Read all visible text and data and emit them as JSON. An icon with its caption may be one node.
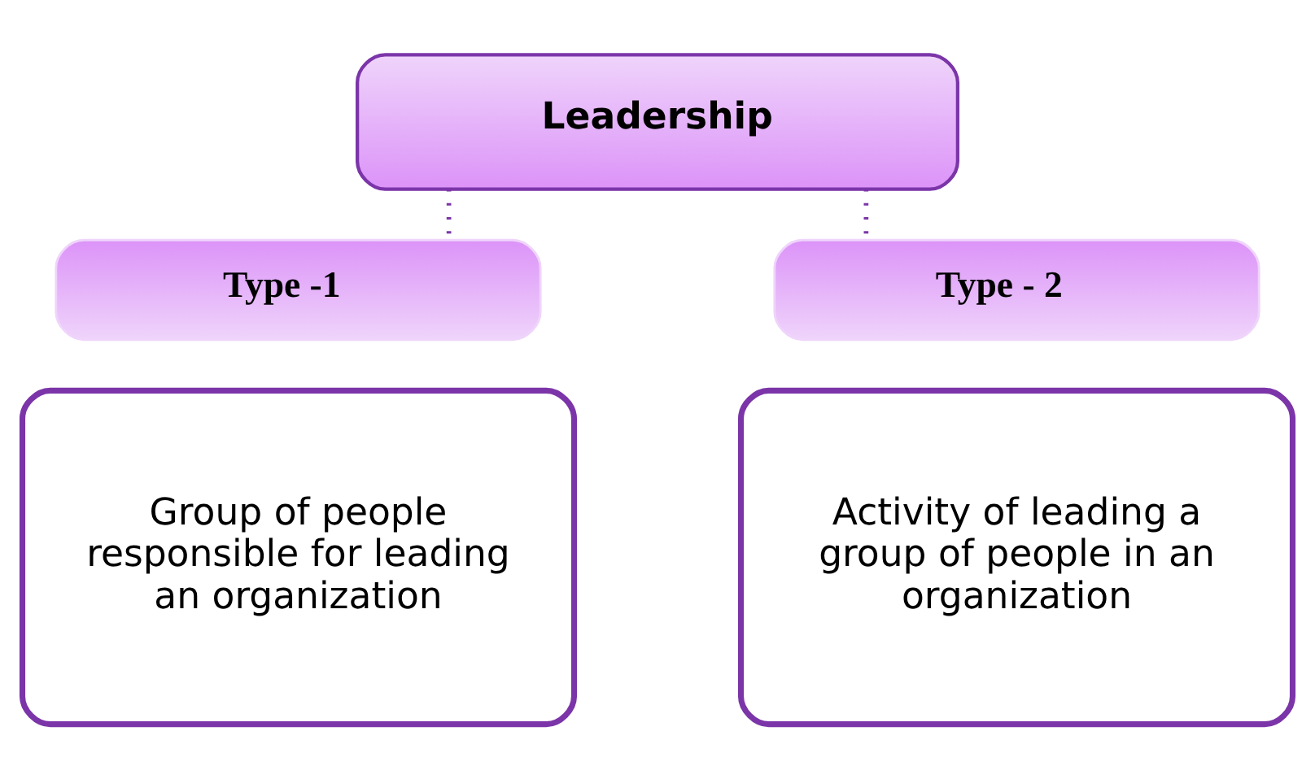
{
  "diagram": {
    "nodes": [
      {
        "text": [
          "Leadership"
        ]
      },
      {
        "text": [
          "Type -1"
        ]
      },
      {
        "text": [
          "Type - 2"
        ]
      },
      {
        "text": [
          "Group of people responsible for leading an organization"
        ]
      },
      {
        "text": [
          "Activity of leading a group of people in an organization"
        ]
      }
    ],
    "edges": [
      {
        "from": 0,
        "to": 1,
        "arrow": "none",
        "style": "dashed"
      },
      {
        "from": 0,
        "to": 2,
        "arrow": "none",
        "style": "dashed"
      }
    ]
  }
}
